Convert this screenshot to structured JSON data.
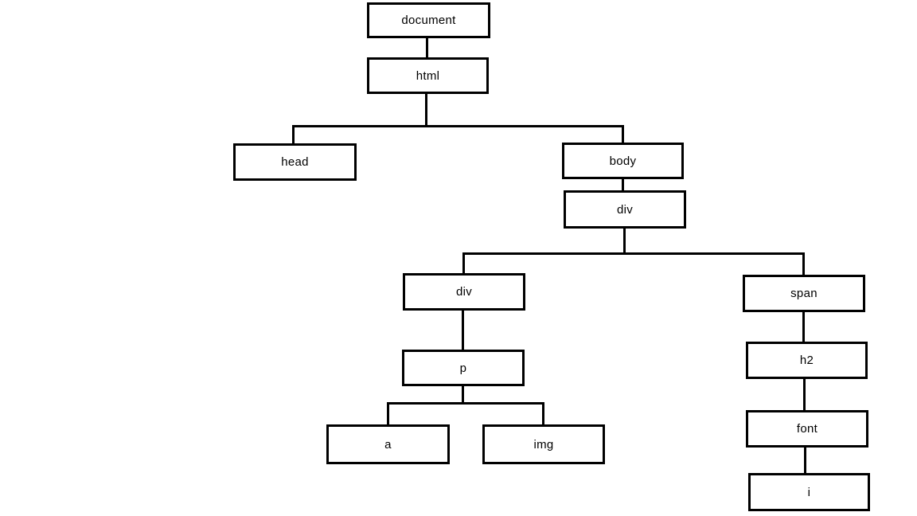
{
  "colors": {
    "background": "#ffffff",
    "line": "#000000",
    "text": "#000000",
    "box_fill": "#ffffff"
  },
  "diagram": {
    "type": "tree",
    "description": "DOM tree of an HTML page",
    "nodes": [
      {
        "id": "document",
        "label": "document",
        "parent": null
      },
      {
        "id": "html",
        "label": "html",
        "parent": "document"
      },
      {
        "id": "head",
        "label": "head",
        "parent": "html"
      },
      {
        "id": "body",
        "label": "body",
        "parent": "html"
      },
      {
        "id": "div-1",
        "label": "div",
        "parent": "body"
      },
      {
        "id": "div-2",
        "label": "div",
        "parent": "div-1"
      },
      {
        "id": "span",
        "label": "span",
        "parent": "div-1"
      },
      {
        "id": "p",
        "label": "p",
        "parent": "div-2"
      },
      {
        "id": "a",
        "label": "a",
        "parent": "p"
      },
      {
        "id": "img",
        "label": "img",
        "parent": "p"
      },
      {
        "id": "h2",
        "label": "h2",
        "parent": "span"
      },
      {
        "id": "font",
        "label": "font",
        "parent": "h2"
      },
      {
        "id": "i",
        "label": "i",
        "parent": "font"
      }
    ]
  }
}
